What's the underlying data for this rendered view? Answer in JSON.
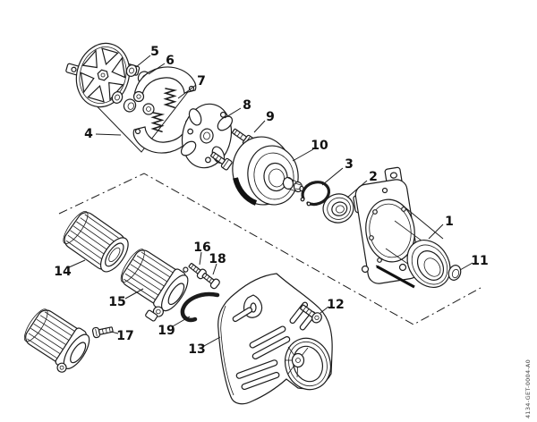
{
  "figure": {
    "kind": "exploded-parts-diagram",
    "doc_code": "4134-GET-0004-A0",
    "colors": {
      "background": "#ffffff",
      "line": "#1c1c1c"
    },
    "callouts": [
      {
        "label": "1"
      },
      {
        "label": "2"
      },
      {
        "label": "3"
      },
      {
        "label": "4"
      },
      {
        "label": "5"
      },
      {
        "label": "6"
      },
      {
        "label": "7"
      },
      {
        "label": "8"
      },
      {
        "label": "9"
      },
      {
        "label": "10"
      },
      {
        "label": "11"
      },
      {
        "label": "12"
      },
      {
        "label": "13"
      },
      {
        "label": "14"
      },
      {
        "label": "15"
      },
      {
        "label": "16"
      },
      {
        "label": "17"
      },
      {
        "label": "18"
      },
      {
        "label": "19"
      }
    ]
  }
}
